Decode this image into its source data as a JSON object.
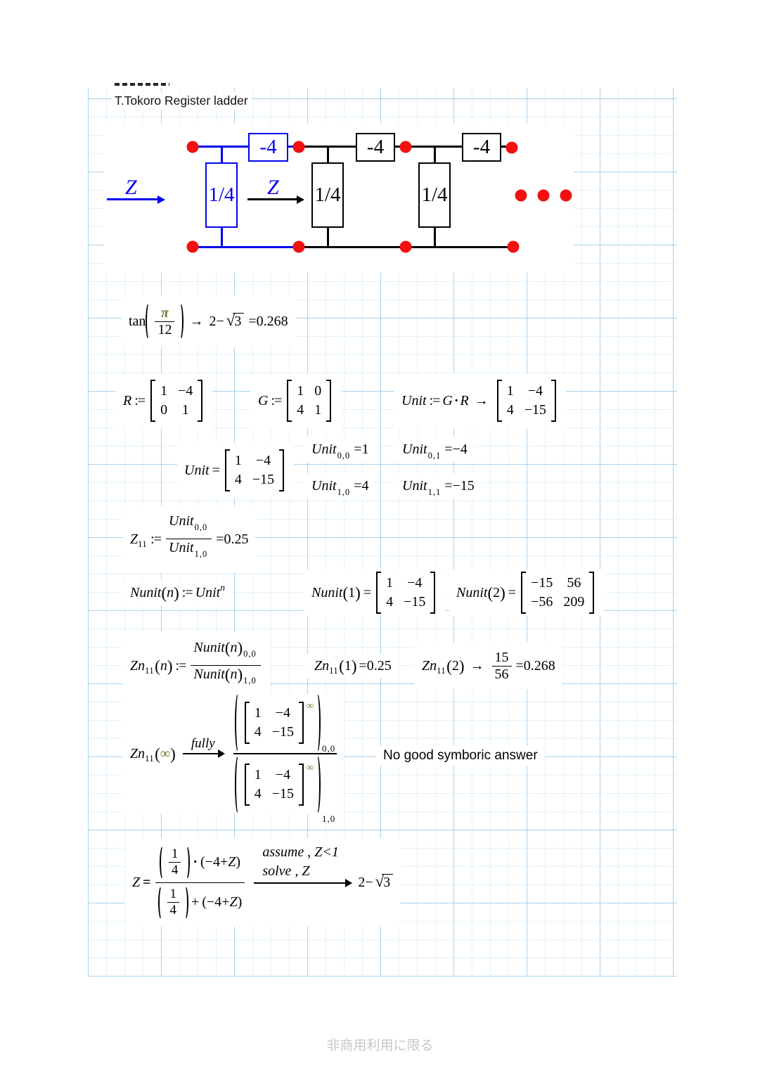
{
  "header": {
    "title": "T.Tokoro  Register ladder"
  },
  "circuit": {
    "series_label": "-4",
    "shunt_label": "1/4",
    "input_label": "Z",
    "mid_label": "Z",
    "colors": {
      "element_blue": "#0202ef",
      "dot_red": "#f21010",
      "wire_black": "#000000"
    }
  },
  "names": {
    "tan": "tan",
    "R": "R",
    "G": "G",
    "Unit": "Unit",
    "Nunit": "Nunit",
    "Z": "Z",
    "Zn": "Zn"
  },
  "sym": {
    "assign": ":=",
    "eq": "=",
    "beq": "=",
    "arrow": "→",
    "cdot": "·",
    "plus": "+",
    "lp": "(",
    "rp": ")",
    "pi": "π",
    "inf": "∞",
    "radical": "√",
    "sub00": "0,0",
    "sub01": "0,1",
    "sub10": "1,0",
    "sub11": "1,1",
    "sub_z11": "11"
  },
  "mat": {
    "R": [
      [
        "1",
        "−4"
      ],
      [
        "0",
        "1"
      ]
    ],
    "G": [
      [
        "1",
        "0"
      ],
      [
        "4",
        "1"
      ]
    ],
    "unit": [
      [
        "1",
        "−4"
      ],
      [
        "4",
        "−15"
      ]
    ],
    "nunit2": [
      [
        "−15",
        "56"
      ],
      [
        "−56",
        "209"
      ]
    ]
  },
  "eq": {
    "tan": {
      "den": "12",
      "pre": "2−",
      "sqrt": "3",
      "res": "=0.268"
    },
    "unit_els": {
      "v00": "=1",
      "v01": "=−4",
      "v10": "=4",
      "v11": "=−15"
    },
    "z11": {
      "res": "=0.25"
    },
    "nunit_def": {
      "arg": "n",
      "sup": "n"
    },
    "nunit1": {
      "arg": "1"
    },
    "nunit2": {
      "arg": "2"
    },
    "zn_def": {
      "arg": "n"
    },
    "zn1": {
      "arg": "1",
      "res": "=0.25"
    },
    "zn2": {
      "arg": "2",
      "num": "15",
      "den": "56",
      "res": "=0.268"
    },
    "zninf": {
      "label": "fully",
      "note": "No good symboric answer"
    },
    "zsolve": {
      "num1": "1",
      "den1": "4",
      "expr_open": "(−4+",
      "expr_close": ")",
      "label1": "assume , Z<1",
      "label2": "solve , Z",
      "res_pre": "2−",
      "res_sqrt": "3"
    }
  },
  "footer": {
    "license": "非商用利用に限る"
  }
}
